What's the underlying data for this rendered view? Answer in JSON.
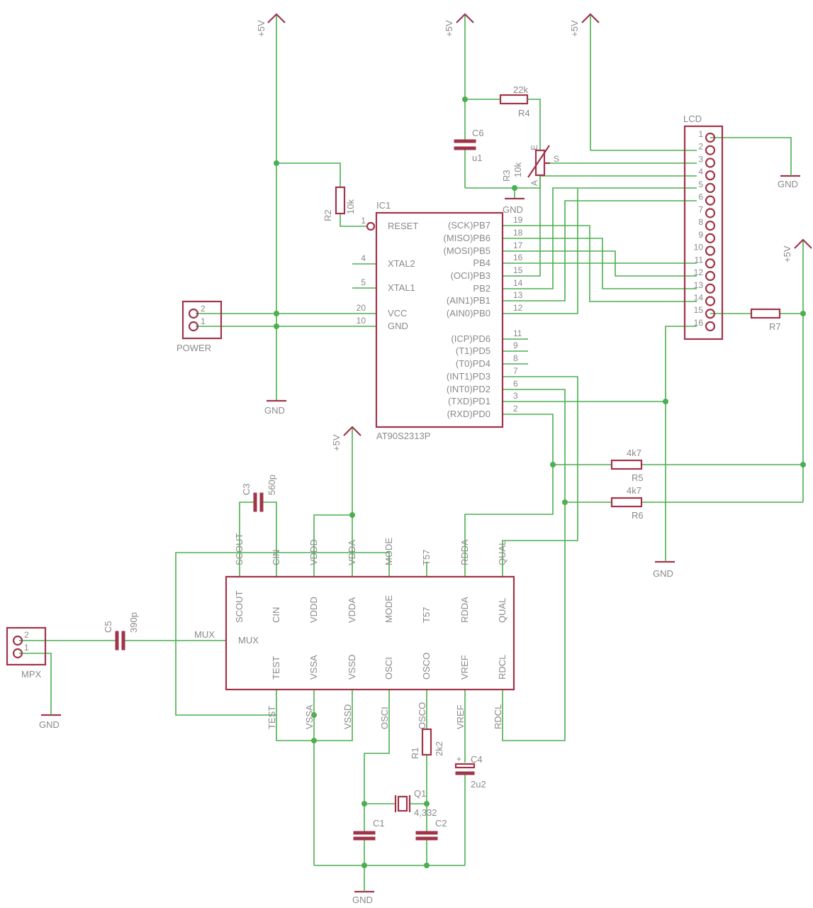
{
  "labels": {
    "supply": "+5V",
    "ground": "GND",
    "power_connector": "POWER",
    "mpx_connector": "MPX",
    "lcd": "LCD",
    "ic1_ref": "IC1",
    "ic1_part": "AT90S2313P",
    "r1": "R1",
    "r1_val": "2k2",
    "r2": "R2",
    "r2_val": "10k",
    "r3": "R3",
    "r3_val": "10k",
    "r4": "R4",
    "r4_val": "22k",
    "r5": "R5",
    "r5_val": "4k7",
    "r6": "R6",
    "r6_val": "4k7",
    "r7": "R7",
    "c1": "C1",
    "c2": "C2",
    "c3": "C3",
    "c3_val": "560p",
    "c4": "C4",
    "c4_val": "2u2",
    "c5": "C5",
    "c5_val": "390p",
    "c6": "C6",
    "c6_val": "u1",
    "q1": "Q1",
    "q1_val": "4,332",
    "pot_a": "A",
    "pot_e": "E",
    "pot_s": "S",
    "mux_net": "MUX"
  },
  "power_pins": [
    "2",
    "1"
  ],
  "mpx_pins": [
    "2",
    "1"
  ],
  "lcd_pins": [
    "1",
    "2",
    "3",
    "4",
    "5",
    "6",
    "7",
    "8",
    "9",
    "10",
    "11",
    "12",
    "13",
    "14",
    "15",
    "16"
  ],
  "ic1_left": [
    {
      "num": "1",
      "name": "RESET"
    },
    {
      "num": "4",
      "name": "XTAL2"
    },
    {
      "num": "5",
      "name": "XTAL1"
    },
    {
      "num": "20",
      "name": "VCC"
    },
    {
      "num": "10",
      "name": "GND"
    }
  ],
  "ic1_right": [
    {
      "num": "19",
      "name": "(SCK)PB7"
    },
    {
      "num": "18",
      "name": "(MISO)PB6"
    },
    {
      "num": "17",
      "name": "(MOSI)PB5"
    },
    {
      "num": "16",
      "name": "PB4"
    },
    {
      "num": "15",
      "name": "(OCI)PB3"
    },
    {
      "num": "14",
      "name": "PB2"
    },
    {
      "num": "13",
      "name": "(AIN1)PB1"
    },
    {
      "num": "12",
      "name": "(AIN0)PB0"
    },
    {
      "num": "11",
      "name": "(ICP)PD6"
    },
    {
      "num": "9",
      "name": "(T1)PD5"
    },
    {
      "num": "8",
      "name": "(T0)PD4"
    },
    {
      "num": "7",
      "name": "(INT1)PD3"
    },
    {
      "num": "6",
      "name": "(INT0)PD2"
    },
    {
      "num": "3",
      "name": "(TXD)PD1"
    },
    {
      "num": "2",
      "name": "(RXD)PD0"
    }
  ],
  "ic2_top": [
    "SCOUT",
    "CIN",
    "VDDD",
    "VDDA",
    "MODE",
    "T57",
    "RDDA",
    "QUAL"
  ],
  "ic2_bottom": [
    "TEST",
    "VSSA",
    "VSSD",
    "OSCI",
    "OSCO",
    "VREF",
    "RDCL"
  ],
  "ic2_mux": "MUX",
  "colors": {
    "wire": "#4caf50",
    "part": "#a0354a",
    "text": "#8a8a8a"
  }
}
